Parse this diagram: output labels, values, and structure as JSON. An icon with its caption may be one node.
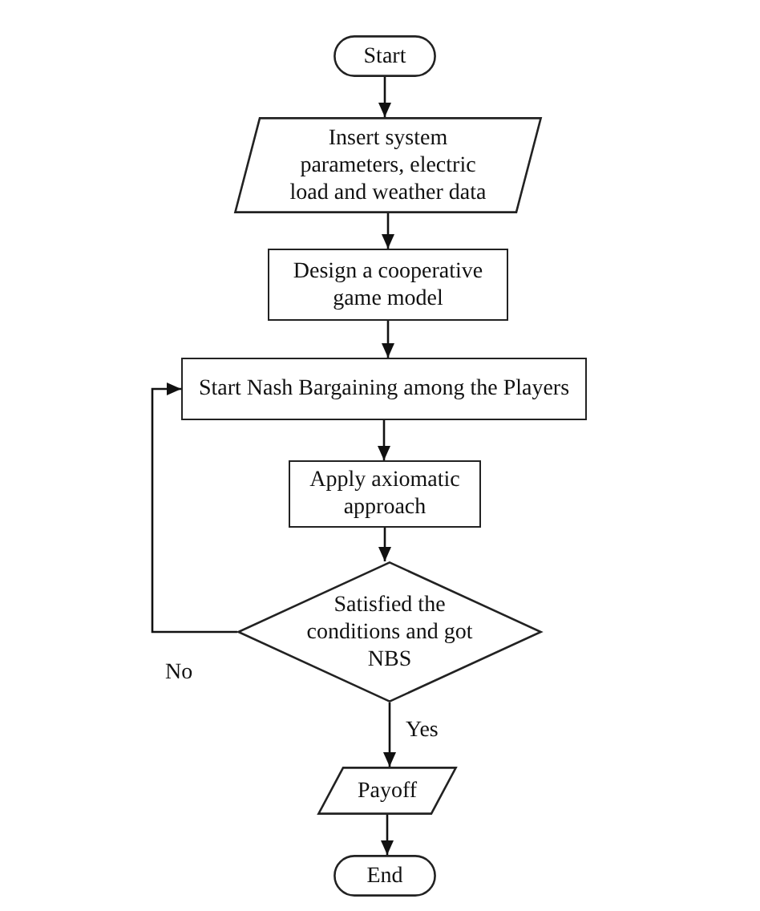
{
  "diagram": {
    "nodes": [
      {
        "text": [
          "Start"
        ]
      },
      {
        "text": [
          "Insert system parameters, electric load and weather data"
        ]
      },
      {
        "text": [
          "Design a cooperative game model"
        ]
      },
      {
        "text": [
          "Start Nash Bargaining among the Players"
        ]
      },
      {
        "text": [
          "Apply axiomatic approach"
        ]
      },
      {
        "text": [
          "Satisfied the conditions and got NBS"
        ]
      },
      {
        "text": [
          "Payoff"
        ]
      },
      {
        "text": [
          "End"
        ]
      }
    ],
    "edges": [
      {
        "from": 0,
        "to": 1,
        "arrow": "to"
      },
      {
        "from": 1,
        "to": 2,
        "arrow": "to"
      },
      {
        "from": 2,
        "to": 3,
        "arrow": "to"
      },
      {
        "from": 3,
        "to": 4,
        "arrow": "to"
      },
      {
        "from": 4,
        "to": 5,
        "arrow": "to"
      },
      {
        "from": 5,
        "to": 3,
        "arrow": "to",
        "label": "No"
      },
      {
        "from": 5,
        "to": 6,
        "arrow": "to",
        "label": "Yes"
      },
      {
        "from": 6,
        "to": 7,
        "arrow": "to"
      }
    ]
  }
}
